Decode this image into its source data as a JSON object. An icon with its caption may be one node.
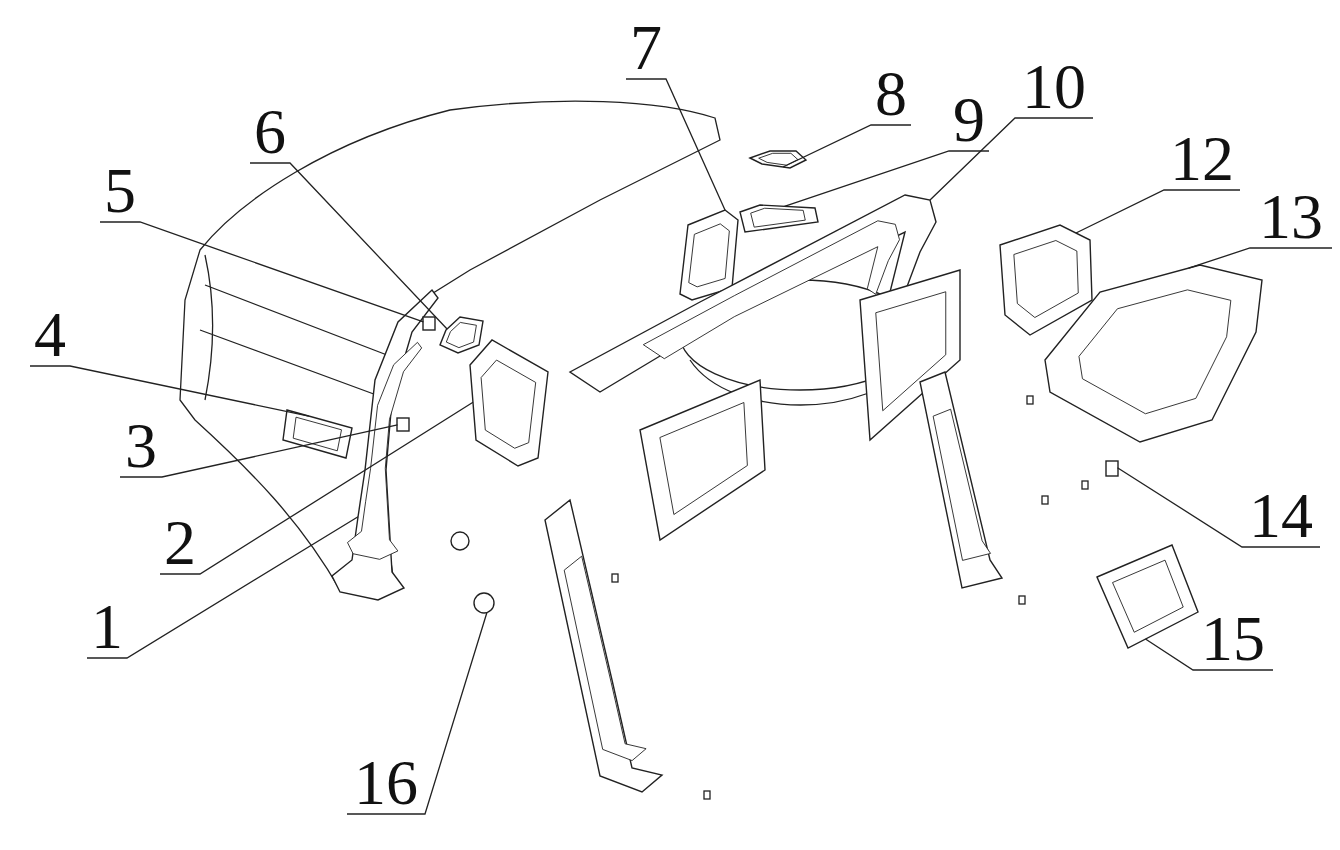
{
  "diagram": {
    "nodes": [
      {
        "text": [
          "1"
        ]
      },
      {
        "text": [
          "2"
        ]
      },
      {
        "text": [
          "3"
        ]
      },
      {
        "text": [
          "4"
        ]
      },
      {
        "text": [
          "5"
        ]
      },
      {
        "text": [
          "6"
        ]
      },
      {
        "text": [
          "7"
        ]
      },
      {
        "text": [
          "8"
        ]
      },
      {
        "text": [
          "9"
        ]
      },
      {
        "text": [
          "10"
        ]
      },
      {
        "text": [
          "12"
        ]
      },
      {
        "text": [
          "13"
        ]
      },
      {
        "text": [
          "14"
        ]
      },
      {
        "text": [
          "15"
        ]
      },
      {
        "text": [
          "16"
        ]
      },
      {
        "text": [],
        "shape": "picture"
      },
      {
        "text": [],
        "shape": "picture"
      },
      {
        "text": [],
        "shape": "box"
      },
      {
        "text": [],
        "shape": "picture"
      },
      {
        "text": [],
        "shape": "box"
      },
      {
        "text": [],
        "shape": "picture"
      },
      {
        "text": [],
        "shape": "picture"
      },
      {
        "text": [],
        "shape": "picture"
      },
      {
        "text": [],
        "shape": "picture"
      },
      {
        "text": [],
        "shape": "picture"
      },
      {
        "text": [],
        "shape": "picture"
      },
      {
        "text": [],
        "shape": "picture"
      },
      {
        "text": [],
        "shape": "box"
      },
      {
        "text": [],
        "shape": "picture"
      },
      {
        "text": [],
        "shape": "circle"
      },
      {
        "text": [],
        "shape": "circle"
      },
      {
        "text": [],
        "shape": "picture"
      },
      {
        "text": [],
        "shape": "picture"
      },
      {
        "text": [],
        "shape": "picture"
      },
      {
        "text": [],
        "shape": "picture"
      }
    ],
    "edges": [
      {
        "from": 0,
        "to": 15,
        "arrow": "none"
      },
      {
        "from": 1,
        "to": 16,
        "arrow": "none"
      },
      {
        "from": 2,
        "to": 17,
        "arrow": "none"
      },
      {
        "from": 3,
        "to": 18,
        "arrow": "none"
      },
      {
        "from": 4,
        "to": 19,
        "arrow": "none"
      },
      {
        "from": 5,
        "to": 20,
        "arrow": "none"
      },
      {
        "from": 6,
        "to": 21,
        "arrow": "none"
      },
      {
        "from": 7,
        "to": 22,
        "arrow": "none"
      },
      {
        "from": 8,
        "to": 23,
        "arrow": "none"
      },
      {
        "from": 9,
        "to": 24,
        "arrow": "none"
      },
      {
        "from": 10,
        "to": 25,
        "arrow": "none"
      },
      {
        "from": 11,
        "to": 26,
        "arrow": "none"
      },
      {
        "from": 12,
        "to": 27,
        "arrow": "none"
      },
      {
        "from": 13,
        "to": 28,
        "arrow": "none"
      },
      {
        "from": 14,
        "to": 29,
        "arrow": "none"
      }
    ]
  }
}
